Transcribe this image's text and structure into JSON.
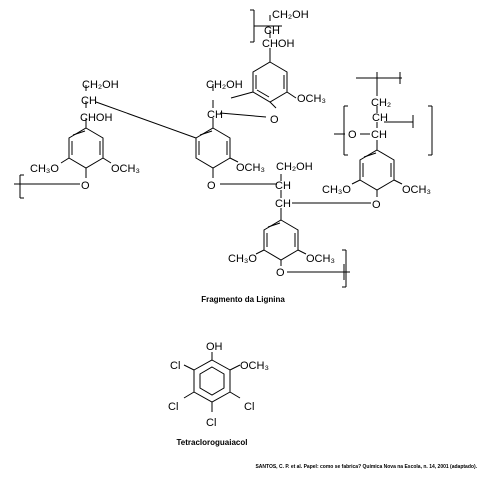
{
  "lignin": {
    "caption": "Fragmento da Lignina",
    "labels": {
      "top_ch2oh": "CH₂OH",
      "top_ch": "CH",
      "top_choh": "CHOH",
      "left_ch2oh": "CH₂OH",
      "left_ch": "CH",
      "left_choh": "CHOH",
      "left_och3_l": "CH₃O",
      "left_och3_r": "OCH₃",
      "left_o": "O",
      "mid_ch2oh": "CH₂OH",
      "mid_ch": "CH",
      "mid_o_ring": "O",
      "mid_och3": "OCH₃",
      "mid_o_bottom": "O",
      "top_och3": "OCH₃",
      "right_ch2": "CH₂",
      "right_ch": "CH",
      "right_o_ch": "O",
      "right_ch_b": "CH",
      "right_och3_l": "CH₃O",
      "right_och3_r": "OCH₃",
      "right_o": "O",
      "low_ch2oh": "CH₂OH",
      "low_ch": "CH",
      "low_ch_b": "CH",
      "low_och3_l": "CH₃O",
      "low_och3_r": "OCH₃",
      "low_o": "O"
    }
  },
  "guaiacol": {
    "caption": "Tetracloroguaiacol",
    "labels": {
      "oh": "OH",
      "och3": "OCH₃",
      "cl_top_left": "Cl",
      "cl_left": "Cl",
      "cl_right": "Cl",
      "cl_bottom": "Cl"
    }
  },
  "source": "SANTOS, C. P. et al. Papel: como se fabrica? Química Nova na Escola, n. 14, 2001 (adaptado)."
}
